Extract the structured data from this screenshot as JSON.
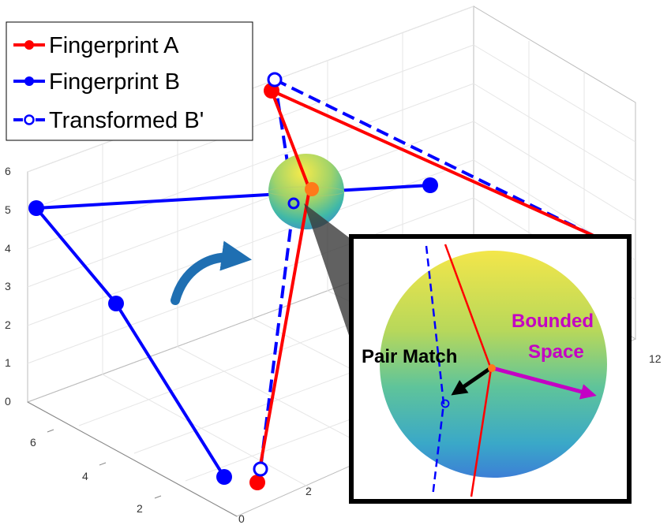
{
  "legend": {
    "items": [
      {
        "label": "Fingerprint A",
        "color": "#ff0000",
        "marker": "filled-circle",
        "line": "solid"
      },
      {
        "label": "Fingerprint B",
        "color": "#0000ff",
        "marker": "filled-circle",
        "line": "solid"
      },
      {
        "label": "Transformed B'",
        "color": "#0000ff",
        "marker": "open-circle",
        "line": "dashed"
      }
    ]
  },
  "axes": {
    "z_ticks": [
      "0",
      "1",
      "2",
      "3",
      "4",
      "5",
      "6"
    ],
    "y_ticks": [
      "2",
      "4",
      "6"
    ],
    "x_ticks": [
      "0",
      "2"
    ],
    "far_tick": "12"
  },
  "annotations": {
    "rotation_arrow": "curved-arrow-icon",
    "rotation_color": "#1f6fb2",
    "inset_pair_match": "Pair Match",
    "inset_bounded_line1": "Bounded",
    "inset_bounded_line2": "Space",
    "pair_match_color": "#000000",
    "bounded_color": "#c400c4"
  },
  "colors": {
    "fingerprint_a": "#ff0000",
    "fingerprint_b": "#0000ff",
    "sphere_top": "#f2e64b",
    "sphere_bottom": "#3b8fcf"
  }
}
